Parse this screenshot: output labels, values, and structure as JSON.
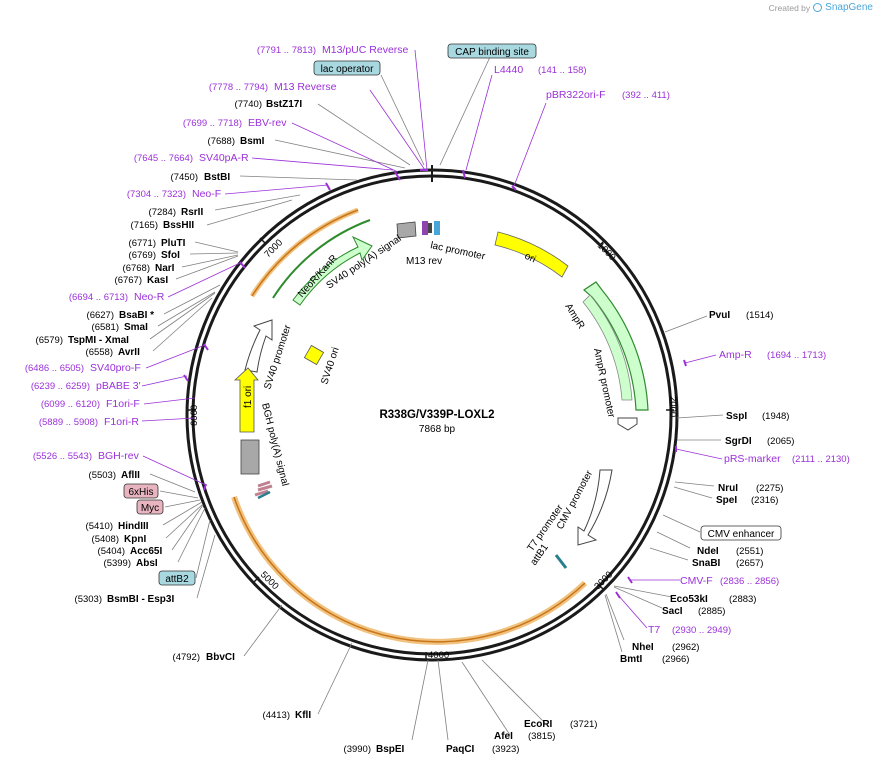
{
  "credit": {
    "prefix": "Created by",
    "brand": "SnapGene"
  },
  "plasmid": {
    "name": "R338G/V339P-LOXL2",
    "length": "7868 bp"
  },
  "colors": {
    "backbone": "#1a1a1a",
    "primer": "#9b30d9",
    "site_line": "#808080",
    "yellow": "#ffff00",
    "green_fill": "#ccffcc",
    "dark_green": "#2e8b2e",
    "orange_track": "#e8a33c",
    "teal_tag": "#a8d8e0",
    "pink_tag": "#e8b4c0",
    "grey": "#a8a8a8"
  },
  "ticks": [
    "1000",
    "2000",
    "3000",
    "4000",
    "5000",
    "6000",
    "7000"
  ],
  "sites": [
    {
      "name": "BstZ17I",
      "pos": "(7740)"
    },
    {
      "name": "BsmI",
      "pos": "(7688)"
    },
    {
      "name": "BstBI",
      "pos": "(7450)"
    },
    {
      "name": "RsrII",
      "pos": "(7284)"
    },
    {
      "name": "BssHII",
      "pos": "(7165)"
    },
    {
      "name": "PluTI",
      "pos": "(6771)"
    },
    {
      "name": "SfoI",
      "pos": "(6769)"
    },
    {
      "name": "NarI",
      "pos": "(6768)"
    },
    {
      "name": "KasI",
      "pos": "(6767)"
    },
    {
      "name": "BsaBI *",
      "pos": "(6627)"
    },
    {
      "name": "SmaI",
      "pos": "(6581)"
    },
    {
      "name": "TspMI  - XmaI",
      "pos": "(6579)"
    },
    {
      "name": "AvrII",
      "pos": "(6558)"
    },
    {
      "name": "AflII",
      "pos": "(5503)"
    },
    {
      "name": "HindIII",
      "pos": "(5410)"
    },
    {
      "name": "KpnI",
      "pos": "(5408)"
    },
    {
      "name": "Acc65I",
      "pos": "(5404)"
    },
    {
      "name": "AbsI",
      "pos": "(5399)"
    },
    {
      "name": "BsmBI  - Esp3I",
      "pos": "(5303)"
    },
    {
      "name": "BbvCI",
      "pos": "(4792)"
    },
    {
      "name": "KflI",
      "pos": "(4413)"
    },
    {
      "name": "BspEI",
      "pos": "(3990)"
    },
    {
      "name": "PaqCI",
      "pos": "(3923)"
    },
    {
      "name": "AfeI",
      "pos": "(3815)"
    },
    {
      "name": "EcoRI",
      "pos": "(3721)"
    },
    {
      "name": "BmtI",
      "pos": "(2966)"
    },
    {
      "name": "NheI",
      "pos": "(2962)"
    },
    {
      "name": "SacI",
      "pos": "(2885)"
    },
    {
      "name": "Eco53kI",
      "pos": "(2883)"
    },
    {
      "name": "SnaBI",
      "pos": "(2657)"
    },
    {
      "name": "NdeI",
      "pos": "(2551)"
    },
    {
      "name": "SpeI",
      "pos": "(2316)"
    },
    {
      "name": "NruI",
      "pos": "(2275)"
    },
    {
      "name": "SgrDI",
      "pos": "(2065)"
    },
    {
      "name": "SspI",
      "pos": "(1948)"
    },
    {
      "name": "PvuI",
      "pos": "(1514)"
    }
  ],
  "primers": [
    {
      "name": "M13/pUC Reverse",
      "pos": "(7791 .. 7813)"
    },
    {
      "name": "M13 Reverse",
      "pos": "(7778 .. 7794)"
    },
    {
      "name": "EBV-rev",
      "pos": "(7699 .. 7718)"
    },
    {
      "name": "SV40pA-R",
      "pos": "(7645 .. 7664)"
    },
    {
      "name": "Neo-F",
      "pos": "(7304 .. 7323)"
    },
    {
      "name": "Neo-R",
      "pos": "(6694 .. 6713)"
    },
    {
      "name": "SV40pro-F",
      "pos": "(6486 .. 6505)"
    },
    {
      "name": "pBABE 3'",
      "pos": "(6239 .. 6259)"
    },
    {
      "name": "F1ori-F",
      "pos": "(6099 .. 6120)"
    },
    {
      "name": "F1ori-R",
      "pos": "(5889 .. 5908)"
    },
    {
      "name": "BGH-rev",
      "pos": "(5526 .. 5543)"
    },
    {
      "name": "L4440",
      "pos": "(141 .. 158)"
    },
    {
      "name": "pBR322ori-F",
      "pos": "(392 .. 411)"
    },
    {
      "name": "Amp-R",
      "pos": "(1694 .. 1713)"
    },
    {
      "name": "pRS-marker",
      "pos": "(2111 .. 2130)"
    },
    {
      "name": "CMV-F",
      "pos": "(2836 .. 2856)"
    },
    {
      "name": "T7",
      "pos": "(2930 .. 2949)"
    }
  ],
  "boxes": [
    {
      "name": "lac operator"
    },
    {
      "name": "CAP binding site"
    },
    {
      "name": "6xHis"
    },
    {
      "name": "Myc"
    },
    {
      "name": "attB2"
    },
    {
      "name": "CMV enhancer"
    }
  ],
  "features": {
    "ori": "ori",
    "ampr": "AmpR",
    "ampr_promoter": "AmpR promoter",
    "lac_promoter": "lac promoter",
    "m13_rev": "M13 rev",
    "sv40_polya": "SV40 poly(A) signal",
    "neokanr": "NeoR/KanR",
    "sv40_promoter": "SV40 promoter",
    "sv40_ori": "SV40 ori",
    "f1_ori": "f1 ori",
    "bgh_polya": "BGH poly(A) signal",
    "t7_promoter": "T7 promoter",
    "cmv_promoter": "CMV promoter",
    "attb1": "attB1"
  }
}
